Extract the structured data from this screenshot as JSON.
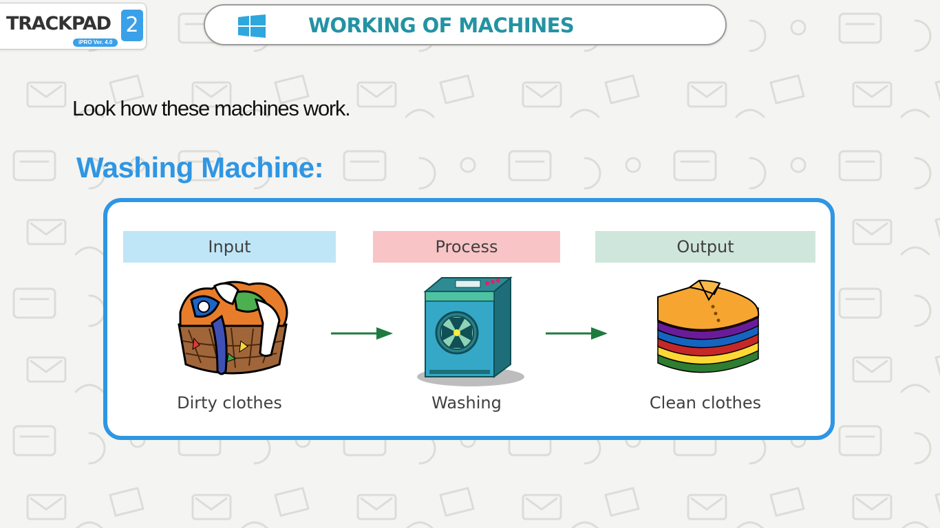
{
  "logo": {
    "brand": "TRACKPAD",
    "number": "2",
    "version": "iPRO Ver. 4.0"
  },
  "title": "WORKING OF MACHINES",
  "intro": "Look how these machines work.",
  "heading": "Washing Machine:",
  "diagram": {
    "columns": [
      {
        "header": "Input",
        "caption": "Dirty clothes",
        "image": "dirty-clothes-basket"
      },
      {
        "header": "Process",
        "caption": "Washing",
        "image": "washing-machine"
      },
      {
        "header": "Output",
        "caption": "Clean clothes",
        "image": "folded-clean-clothes"
      }
    ]
  },
  "colors": {
    "accent": "#2f96e3",
    "title": "#2393a3",
    "arrow": "#1e7a3e",
    "input_header": "#bfe6f7",
    "process_header": "#f8c4c6",
    "output_header": "#cfe6dc"
  },
  "icons": [
    "windows-icon",
    "arrow-right-icon"
  ]
}
